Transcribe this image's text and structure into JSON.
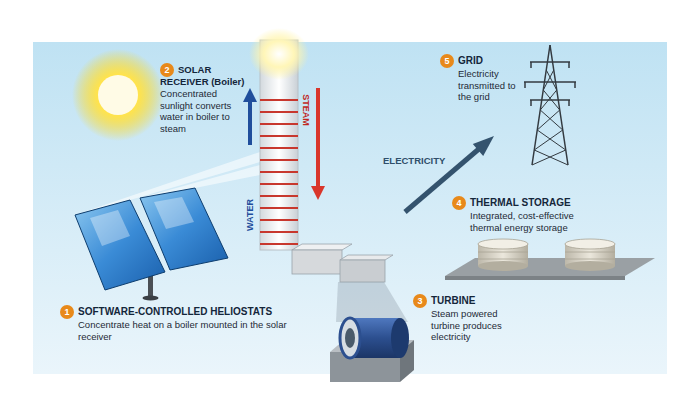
{
  "diagram": {
    "labels": [
      "1",
      "SOFTWARE-CONTROLLED HELIOSTATS",
      "Concentrate heat on a boiler mounted in the solar receiver",
      "2",
      "SOLAR RECEIVER (Boiler)",
      "Concentrated sunlight converts water in boiler to steam",
      "3",
      "TURBINE",
      "Steam powered turbine produces electricity",
      "4",
      "THERMAL STORAGE",
      "Integrated, cost-effective thermal energy storage",
      "5",
      "GRID",
      "Electricity transmitted to the grid",
      "WATER",
      "STEAM",
      "ELECTRICITY"
    ]
  }
}
